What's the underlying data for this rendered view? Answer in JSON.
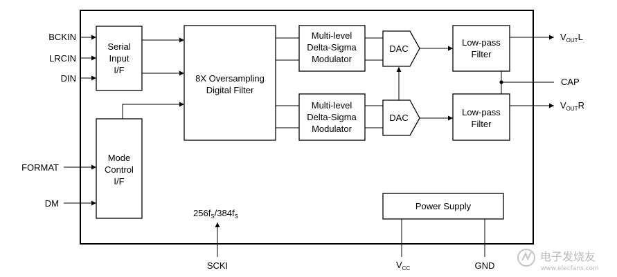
{
  "diagram": {
    "inputs": {
      "bckin": "BCKIN",
      "lrcin": "LRCIN",
      "din": "DIN",
      "format": "FORMAT",
      "dm": "DM",
      "scki": "SCKI"
    },
    "blocks": {
      "serial_input": [
        "Serial",
        "Input",
        "I/F"
      ],
      "oversampling_filter": [
        "8X Oversampling",
        "Digital Filter"
      ],
      "modulator_top": [
        "Multi-level",
        "Delta-Sigma",
        "Modulator"
      ],
      "modulator_bottom": [
        "Multi-level",
        "Delta-Sigma",
        "Modulator"
      ],
      "dac_top": "DAC",
      "dac_bottom": "DAC",
      "lowpass_top": [
        "Low-pass",
        "Filter"
      ],
      "lowpass_bottom": [
        "Low-pass",
        "Filter"
      ],
      "mode_control": [
        "Mode",
        "Control",
        "I/F"
      ],
      "power_supply": "Power Supply"
    },
    "clock_label": {
      "a": "256f",
      "a_sub": "S",
      "sep": "/384f",
      "b_sub": "S"
    },
    "outputs": {
      "voutl": {
        "main": "V",
        "sub": "OUT",
        "suffix": "L"
      },
      "voutr": {
        "main": "V",
        "sub": "OUT",
        "suffix": "R"
      },
      "cap": "CAP",
      "vcc": {
        "main": "V",
        "sub": "CC"
      },
      "gnd": "GND"
    },
    "watermark": {
      "text": "电子发烧友",
      "url": "www.elecfans.com"
    }
  }
}
